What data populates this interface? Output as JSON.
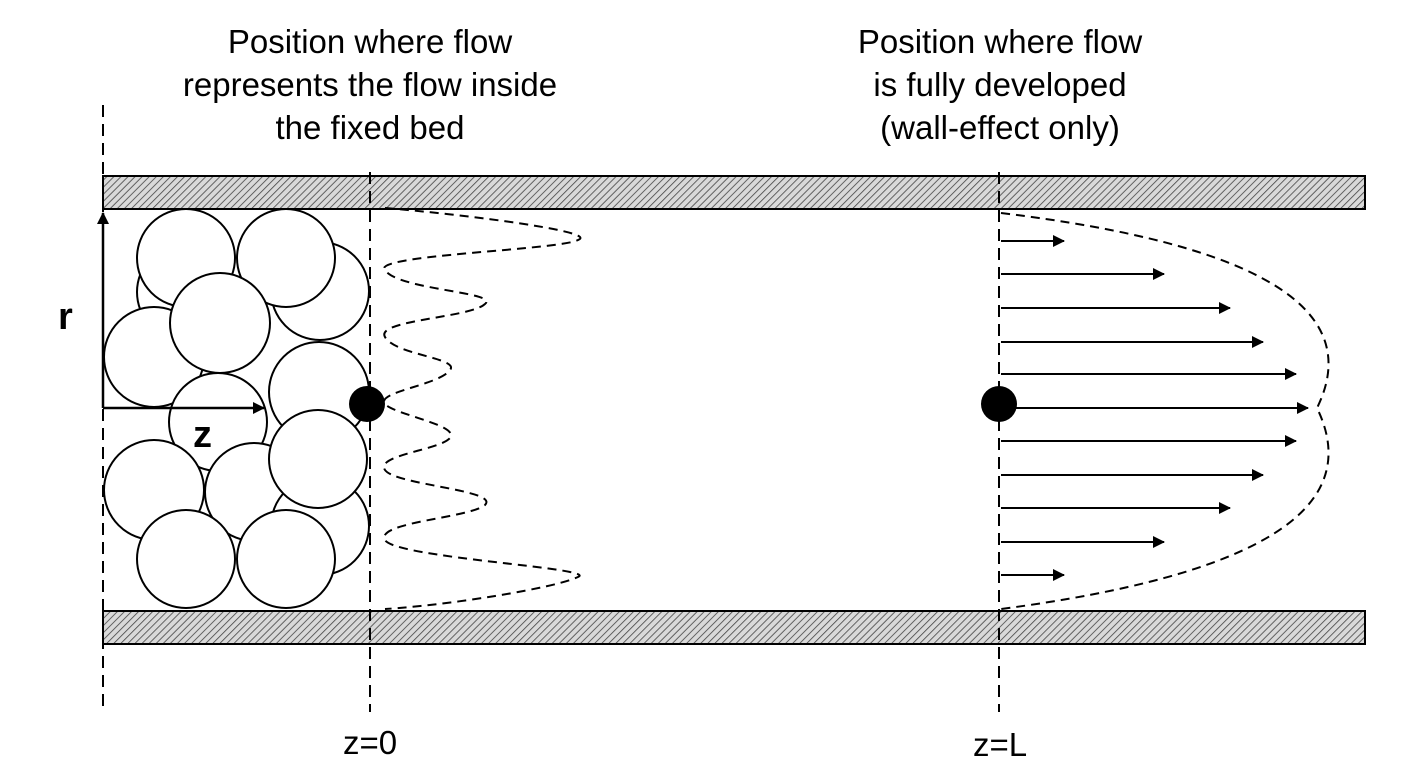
{
  "labels": {
    "left_caption": [
      "Position where flow",
      "represents the flow inside",
      "the fixed bed"
    ],
    "right_caption": [
      "Position where flow",
      "is fully developed",
      "(wall-effect only)"
    ],
    "axis_r": "r",
    "axis_z": "z",
    "position_start": "z=0",
    "position_end": "z=L"
  },
  "colors": {
    "stroke": "#000000",
    "wall_fill": "#d9d9d9",
    "particle_fill": "#ffffff"
  }
}
